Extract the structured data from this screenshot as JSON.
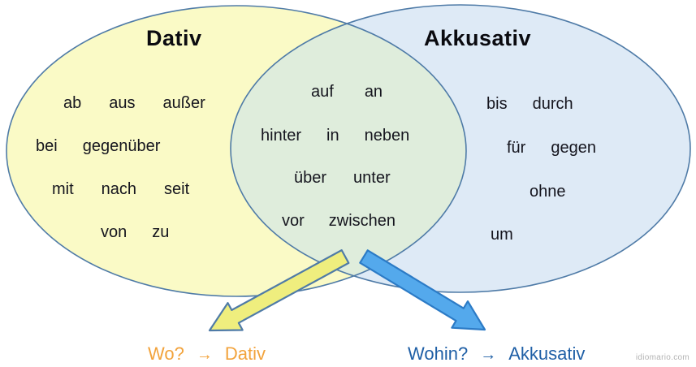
{
  "diagram": {
    "left": {
      "title": "Dativ",
      "rows": [
        [
          "ab",
          "aus",
          "außer"
        ],
        [
          "bei",
          "gegenüber"
        ],
        [
          "mit",
          "nach",
          "seit"
        ],
        [
          "von",
          "zu"
        ]
      ]
    },
    "overlap": {
      "rows": [
        [
          "auf",
          "an"
        ],
        [
          "hinter",
          "in",
          "neben"
        ],
        [
          "über",
          "unter"
        ],
        [
          "vor",
          "zwischen"
        ]
      ]
    },
    "right": {
      "title": "Akkusativ",
      "rows": [
        [
          "bis",
          "durch"
        ],
        [
          "für",
          "gegen"
        ],
        [
          "ohne"
        ],
        [
          "um"
        ]
      ]
    }
  },
  "legend": {
    "dativ": {
      "question": "Wo?",
      "arrow": "→",
      "case": "Dativ",
      "color": "#F2A33C"
    },
    "akkusativ": {
      "question": "Wohin?",
      "arrow": "→",
      "case": "Akkusativ",
      "color": "#1F5FA6"
    }
  },
  "watermark": "idiomario.com",
  "colors": {
    "left_fill": "#FAFAC6",
    "right_fill": "#DEEAF6",
    "overlap_fill": "#DFEDDC",
    "ellipse_stroke": "#4F7BA7",
    "yellow_arrow_fill": "#EFEE7E",
    "yellow_arrow_stroke": "#4F7BA7",
    "blue_arrow_fill": "#54A9EC",
    "blue_arrow_stroke": "#2C7BC6",
    "text": "#15151E"
  }
}
